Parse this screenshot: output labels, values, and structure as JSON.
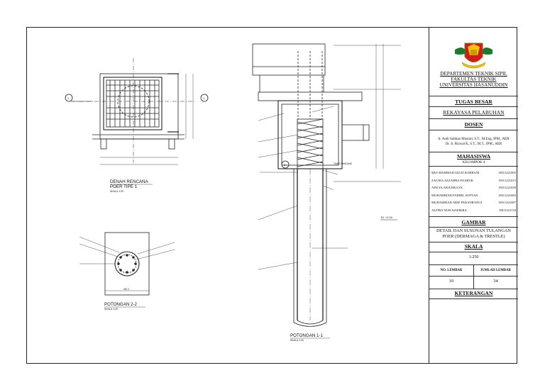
{
  "drawing": {
    "plan_title": "DENAH RENCANA",
    "plan_subtitle": "POER TIPE 1",
    "plan_scale": "SKALA 1:20",
    "section22_title": "POTONGAN 2-2",
    "section22_scale": "SKALA 1:20",
    "section11_title": "POTONGAN 1-1",
    "section11_scale": "SKALA 1:20",
    "elev_label": "EL +2.00",
    "marker_1": "1",
    "marker_2": "2",
    "tiang_label": "TIANG PANCANG",
    "dim_457": "457.2"
  },
  "title_block": {
    "dept_line1": "DEPARTEMEN TEKNIK SIPIL",
    "dept_line2": "FAKULTAS TEKNIK",
    "dept_line3": "UNIVERSITAS HASANUDDIN",
    "task_heading": "TUGAS BESAR",
    "task_name": "REKAYASA PELABUHAN",
    "dosen_heading": "DOSEN",
    "dosen_1": "Ir. Andi Subhan Mustari, S.T., M.Eng, IPM., AER",
    "dosen_2": "Dr. Ir. Rizwal K, S.T., M.T., IPM., AER",
    "mahasiswa_heading": "MAHASISWA",
    "kelompok": "KELOMPOK 4",
    "members": [
      {
        "name": "MUCHAMMAD IZZAT RABBANI",
        "nim": "D011221005"
      },
      {
        "name": "ZALIKA AZZAHRA FAARUK",
        "nim": "D011221015"
      },
      {
        "name": "AFILYA ARJUMULYA",
        "nim": "D011221039"
      },
      {
        "name": "MUHAMMAD FADHIL SOFYAN",
        "nim": "D011221083"
      },
      {
        "name": "MUHAMMAD ARIF PADANRANGI",
        "nim": "D011221087"
      },
      {
        "name": "ALFIRA NUR AZIZIKRA",
        "nim": "D011221118"
      }
    ],
    "gambar_heading": "GAMBAR",
    "gambar_line1": "DETAIL DAN SUSUNAN TULANGAN",
    "gambar_line2": "POER (DERMAGA & TRESTLE)",
    "skala_heading": "SKALA",
    "skala_value": "1:250",
    "no_lembar_label": "NO. LEMBAR",
    "jumlah_lembar_label": "JUMLAH LEMBAR",
    "no_lembar": "10",
    "jumlah_lembar": "34",
    "keterangan_heading": "KETERANGAN"
  }
}
